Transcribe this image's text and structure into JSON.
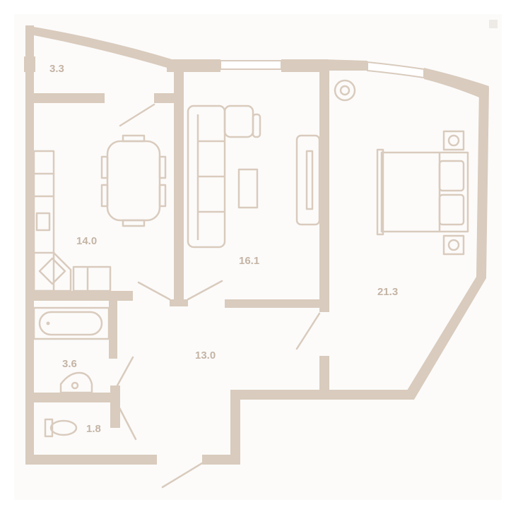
{
  "rooms": [
    {
      "id": "balcony",
      "area": "3.3"
    },
    {
      "id": "kitchen",
      "area": "14.0"
    },
    {
      "id": "living-room",
      "area": "16.1"
    },
    {
      "id": "bedroom",
      "area": "21.3"
    },
    {
      "id": "hallway",
      "area": "13.0"
    },
    {
      "id": "bathroom",
      "area": "3.6"
    },
    {
      "id": "toilet",
      "area": "1.8"
    }
  ],
  "colors": {
    "wall": "#d9cbbd",
    "label": "#c4b4a4",
    "background": "#ffffff"
  }
}
